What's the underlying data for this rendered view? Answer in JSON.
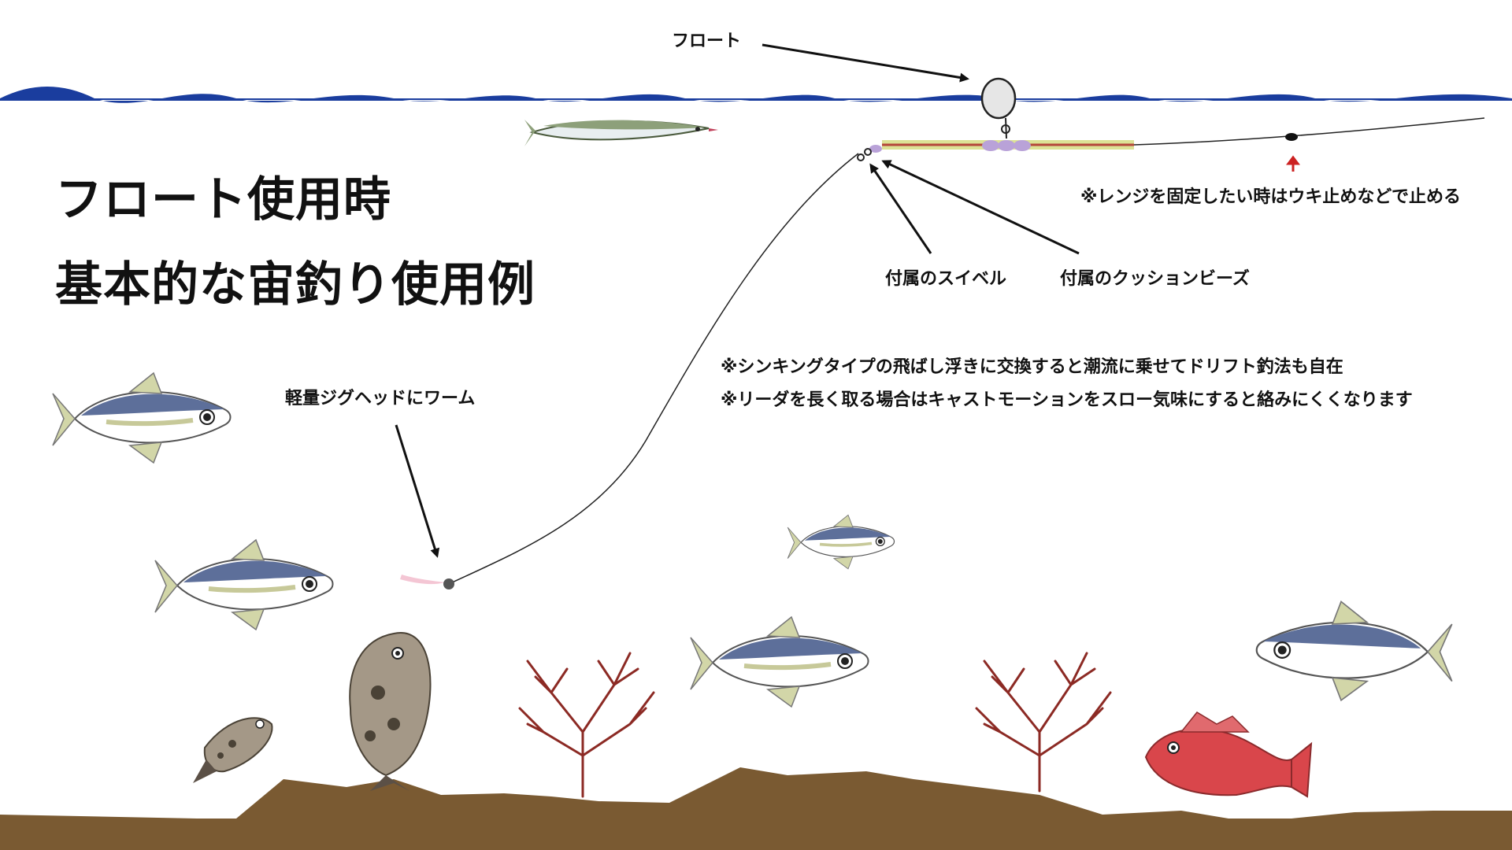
{
  "title": {
    "line1": "フロート使用時",
    "line2": "基本的な宙釣り使用例"
  },
  "labels": {
    "float": "フロート",
    "range_note": "※レンジを固定したい時はウキ止めなどで止める",
    "swivel": "付属のスイベル",
    "cushion_beads": "付属のクッションビーズ",
    "jighead": "軽量ジグヘッドにワーム"
  },
  "notes": [
    "※シンキングタイプの飛ばし浮きに交換すると潮流に乗せてドリフト釣法も自在",
    "※リーダを長く取る場合はキャストモーションをスロー気味にすると絡みにくくなります"
  ],
  "colors": {
    "water": "#1a3d9e",
    "seabed": "#7a5a32",
    "leader_fill": "#d8df8a",
    "leader_line": "#b5463a",
    "beads": "#b9a2d8",
    "arrow": "#111111",
    "stopper_arrow": "#cc2222",
    "fish_back": "#5d6f9a",
    "coral": "#8c2a24",
    "rockfish": "#d9464b"
  },
  "icons": [
    "saury-icon",
    "horse-mackerel-icon",
    "rockfish-icon",
    "scorpionfish-icon",
    "coral-icon",
    "float-icon",
    "jighead-icon"
  ]
}
